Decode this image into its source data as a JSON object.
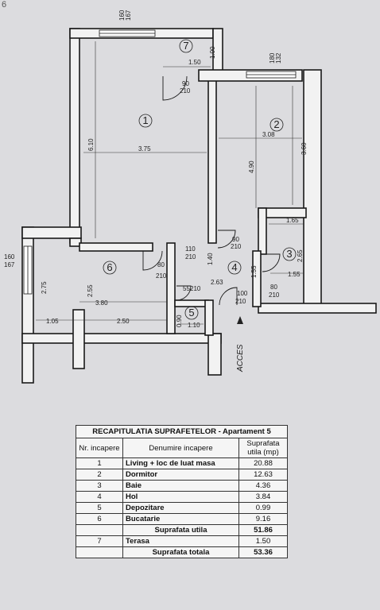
{
  "corner_mark": "6",
  "plan": {
    "rooms": [
      {
        "id": "1"
      },
      {
        "id": "2"
      },
      {
        "id": "3"
      },
      {
        "id": "4"
      },
      {
        "id": "5"
      },
      {
        "id": "6"
      },
      {
        "id": "7"
      }
    ],
    "dims": {
      "top_window_a": "160",
      "top_window_b": "167",
      "top_window_c": "180",
      "top_window_d": "132",
      "terrace_h": "1.00",
      "terrace_w": "1.50",
      "door1_a": "90",
      "door1_b": "210",
      "room1_h": "6.10",
      "room1_w": "3.75",
      "room2_w": "3.08",
      "room2_h1": "4.90",
      "room2_h2": "3.60",
      "room3_w1": "1.65",
      "room3_h": "2.65",
      "room3_w2": "1.55",
      "door2_a": "90",
      "door2_b": "210",
      "win_mid_a": "110",
      "win_mid_b": "210",
      "hol_h": "1.40",
      "hol_area": "2.63",
      "hol_d": "1.55",
      "door3_a": "80",
      "door3_b": "210",
      "door4_a": "80",
      "door4_b": "210",
      "door5_a": "55",
      "door5_b": "210",
      "door6_a": "100",
      "door6_b": "210",
      "side_a": "160",
      "side_b": "167",
      "room6_h1": "2.75",
      "room6_h2": "2.55",
      "room6_w": "3.80",
      "bottom_w1": "1.05",
      "bottom_w2": "2.50",
      "room5_h": "0.90",
      "room5_w": "1.10"
    },
    "entry_label": "ACCES"
  },
  "recap": {
    "title": "RECAPITULATIA SUPRAFETELOR - Apartament 5",
    "headers": {
      "nr": "Nr. incapere",
      "name": "Denumire incapere",
      "area": "Suprafata utila (mp)"
    },
    "rows": [
      {
        "nr": "1",
        "name": "Living + loc de luat masa",
        "area": "20.88"
      },
      {
        "nr": "2",
        "name": "Dormitor",
        "area": "12.63"
      },
      {
        "nr": "3",
        "name": "Baie",
        "area": "4.36"
      },
      {
        "nr": "4",
        "name": "Hol",
        "area": "3.84"
      },
      {
        "nr": "5",
        "name": "Depozitare",
        "area": "0.99"
      },
      {
        "nr": "6",
        "name": "Bucatarie",
        "area": "9.16"
      }
    ],
    "useful_label": "Suprafata utila",
    "useful_value": "51.86",
    "terrace_row": {
      "nr": "7",
      "name": "Terasa",
      "area": "1.50"
    },
    "total_label": "Suprafata totala",
    "total_value": "53.36"
  }
}
